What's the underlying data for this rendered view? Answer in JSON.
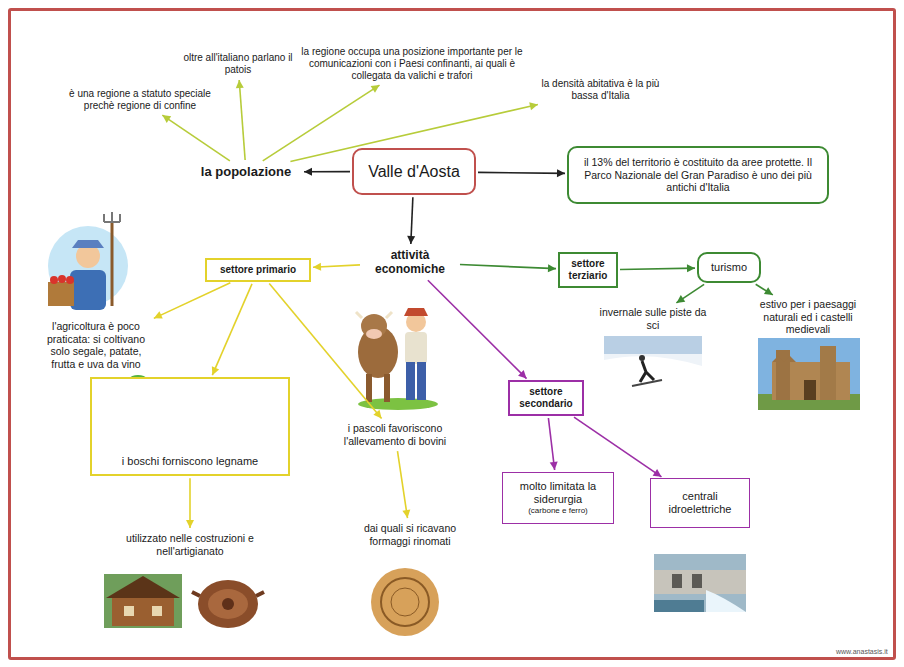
{
  "diagram": {
    "nodes": [
      {
        "text": [
          "Valle d'Aosta"
        ]
      },
      {
        "text": [
          "la popolazione"
        ]
      },
      {
        "text": [
          "è una regione a statuto speciale prechè regione di confine"
        ]
      },
      {
        "text": [
          "oltre all'italiano parlano il patois"
        ]
      },
      {
        "text": [
          "la regione occupa una posizione importante per le comunicazioni con i Paesi confinanti, ai quali è collegata da valichi e trafori"
        ]
      },
      {
        "text": [
          "la densità abitativa è la più bassa d'Italia"
        ]
      },
      {
        "text": [
          "il 13% del territorio è costituito da aree protette. Il Parco Nazionale del Gran Paradiso è uno dei più antichi d'Italia"
        ]
      },
      {
        "text": [
          "attività economiche"
        ]
      },
      {
        "text": [
          "settore primario"
        ]
      },
      {
        "text": [
          "l'agricoltura è poco praticata: si coltivano solo segale, patate, frutta e uva da vino"
        ]
      },
      {
        "text": [
          "i boschi forniscono legname"
        ]
      },
      {
        "text": [
          "i pascoli favoriscono l'allevamento di bovini"
        ]
      },
      {
        "text": [
          "utilizzato nelle costruzioni e nell'artigianato"
        ]
      },
      {
        "text": [
          "dai quali si ricavano formaggi rinomati"
        ]
      },
      {
        "text": [
          "settore secondario"
        ]
      },
      {
        "text": [
          "molto limitata la siderurgia",
          "(carbone e ferro)"
        ]
      },
      {
        "text": [
          "centrali idroelettriche"
        ]
      },
      {
        "text": [
          "settore terziario"
        ]
      },
      {
        "text": [
          "turismo"
        ]
      },
      {
        "text": [
          "invernale sulle piste da sci"
        ]
      },
      {
        "text": [
          "estivo per i paesaggi naturali ed i castelli medievali"
        ]
      }
    ],
    "edges": [
      {
        "from": 0,
        "to": 1,
        "arrow": "to"
      },
      {
        "from": 1,
        "to": 2,
        "arrow": "to"
      },
      {
        "from": 1,
        "to": 3,
        "arrow": "to"
      },
      {
        "from": 1,
        "to": 4,
        "arrow": "to"
      },
      {
        "from": 1,
        "to": 5,
        "arrow": "to"
      },
      {
        "from": 0,
        "to": 6,
        "arrow": "to"
      },
      {
        "from": 0,
        "to": 7,
        "arrow": "to"
      },
      {
        "from": 7,
        "to": 8,
        "arrow": "to"
      },
      {
        "from": 8,
        "to": 9,
        "arrow": "to"
      },
      {
        "from": 8,
        "to": 10,
        "arrow": "to"
      },
      {
        "from": 8,
        "to": 11,
        "arrow": "to"
      },
      {
        "from": 10,
        "to": 12,
        "arrow": "to"
      },
      {
        "from": 11,
        "to": 13,
        "arrow": "to"
      },
      {
        "from": 7,
        "to": 14,
        "arrow": "to"
      },
      {
        "from": 14,
        "to": 15,
        "arrow": "to"
      },
      {
        "from": 14,
        "to": 16,
        "arrow": "to"
      },
      {
        "from": 7,
        "to": 17,
        "arrow": "to"
      },
      {
        "from": 17,
        "to": 18,
        "arrow": "to"
      },
      {
        "from": 18,
        "to": 19,
        "arrow": "to"
      },
      {
        "from": 18,
        "to": 20,
        "arrow": "to"
      }
    ],
    "labels": [
      "www.anastasis.it"
    ]
  }
}
